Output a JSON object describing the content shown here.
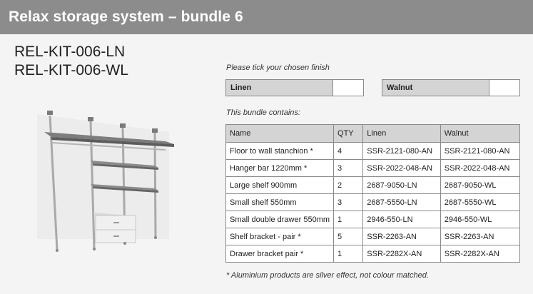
{
  "header": {
    "title": "Relax storage system – bundle 6"
  },
  "codes": [
    "REL-KIT-006-LN",
    "REL-KIT-006-WL"
  ],
  "finish": {
    "prompt": "Please tick your chosen finish",
    "options": [
      {
        "label": "Linen"
      },
      {
        "label": "Walnut"
      }
    ]
  },
  "bundle": {
    "caption": "This bundle contains:",
    "columns": [
      "Name",
      "QTY",
      "Linen",
      "Walnut"
    ],
    "rows": [
      [
        "Floor to wall stanchion *",
        "4",
        "SSR-2121-080-AN",
        "SSR-2121-080-AN"
      ],
      [
        "Hanger bar 1220mm *",
        "3",
        "SSR-2022-048-AN",
        "SSR-2022-048-AN"
      ],
      [
        "Large shelf 900mm",
        "2",
        "2687-9050-LN",
        "2687-9050-WL"
      ],
      [
        "Small shelf 550mm",
        "3",
        "2687-5550-LN",
        "2687-5550-WL"
      ],
      [
        "Small double drawer 550mm",
        "1",
        "2946-550-LN",
        "2946-550-WL"
      ],
      [
        "Shelf bracket - pair *",
        "5",
        "SSR-2263-AN",
        "SSR-2263-AN"
      ],
      [
        "Drawer bracket pair *",
        "1",
        "SSR-2282X-AN",
        "SSR-2282X-AN"
      ]
    ]
  },
  "footnote": "* Aluminium products are silver effect, not colour matched."
}
